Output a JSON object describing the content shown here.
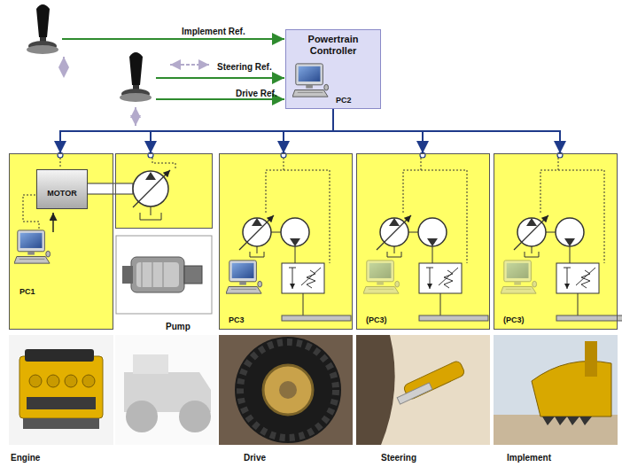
{
  "diagram": {
    "nodes": [
      {
        "text": [
          "Powertrain Controller",
          "PC2"
        ]
      },
      {
        "text": [
          "PC1"
        ]
      },
      {
        "text": [
          "MOTOR"
        ],
        "in": 1
      },
      {
        "text": [
          "Pump"
        ]
      },
      {
        "text": [
          "PC3"
        ]
      },
      {
        "text": [
          "(PC3)"
        ]
      },
      {
        "text": [
          "(PC3)"
        ]
      }
    ],
    "edges": [
      {
        "from": 0,
        "to": 1,
        "arrow": "to"
      },
      {
        "from": 0,
        "to": 3,
        "arrow": "to"
      },
      {
        "from": 0,
        "to": 4,
        "arrow": "to"
      },
      {
        "from": 0,
        "to": 5,
        "arrow": "to"
      },
      {
        "from": 0,
        "to": 6,
        "arrow": "to"
      }
    ],
    "labels": [
      "Implement Ref.",
      "Steering Ref.",
      "Drive Ref.",
      "Engine",
      "Drive",
      "Steering",
      "Implement"
    ]
  }
}
